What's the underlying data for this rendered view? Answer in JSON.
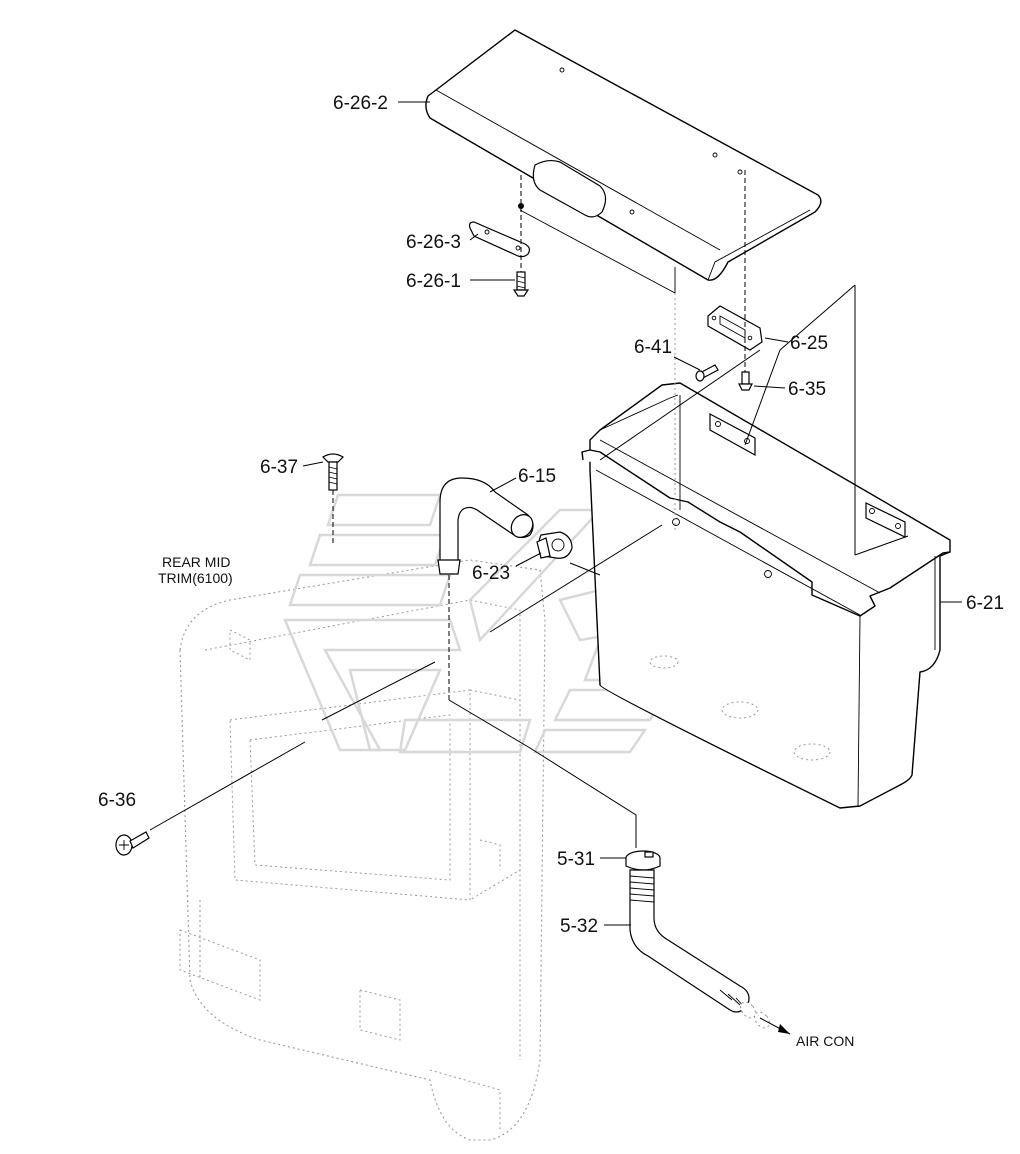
{
  "labels": {
    "cover": "6-26-2",
    "bracket": "6-26-3",
    "cover_screw": "6-26-1",
    "screw_6_41": "6-41",
    "hinge": "6-25",
    "screw_6_35": "6-35",
    "screw_6_37": "6-37",
    "hose": "6-15",
    "rear_mid_trim_line1": "REAR MID",
    "rear_mid_trim_line2": "TRIM(6100)",
    "clamp": "6-23",
    "box": "6-21",
    "screw_6_36": "6-36",
    "hose_clamp": "5-31",
    "drain_pipe": "5-32",
    "air_con": "AIR CON"
  },
  "icons": {
    "watermark": "brand-logo-watermark"
  }
}
